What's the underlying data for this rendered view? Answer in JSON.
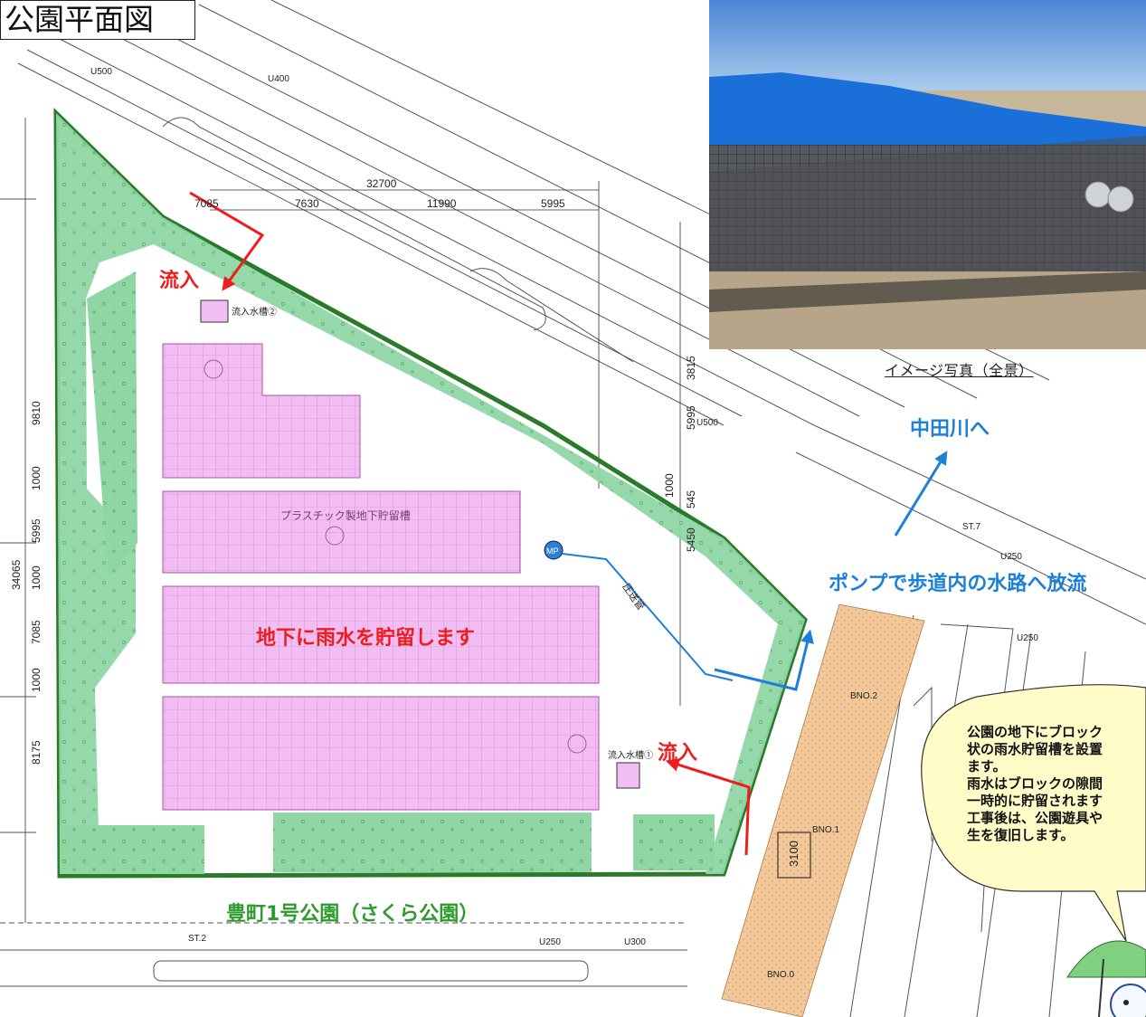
{
  "title": "公園平面図",
  "photo_caption": "イメージ写真（全景）",
  "labels": {
    "inflow_top": "流入",
    "inflow_bottom": "流入",
    "storage": "地下に雨水を貯留します",
    "river": "中田川へ",
    "pump": "ポンプで歩道内の水路へ放流",
    "park": "豊町1号公園（さくら公園）"
  },
  "drawing_text": {
    "tank_label": "プラスチック製地下貯留槽",
    "inlet_tank_2": "流入水槽②",
    "inlet_tank_1": "流入水槽①",
    "pressure_pipe": "圧送管",
    "pump": "MP",
    "dims_top": [
      "32700",
      "7085",
      "7630",
      "11990",
      "5995"
    ],
    "dims_left": [
      "9810",
      "1000",
      "5995",
      "1000",
      "7085",
      "1000",
      "8175"
    ],
    "dims_total": "34065",
    "dims_right": [
      "3815",
      "5995",
      "1000",
      "545",
      "5450"
    ],
    "road_labels": [
      "U500",
      "U400",
      "U500",
      "U250",
      "U300",
      "U250",
      "U250",
      "ST.7",
      "ST.2"
    ],
    "box_labels": [
      "BNO.2",
      "BNO.1",
      "BNO.0"
    ],
    "culvert_dim": "3100"
  },
  "bubble": {
    "lines": [
      "公園の地下にブロック",
      "状の雨水貯留槽を設置",
      "ます。",
      "雨水はブロックの隙間",
      "一時的に貯留されます",
      "工事後は、公園遊具や",
      "生を復旧します。"
    ]
  },
  "colors": {
    "park_green": "#8fd6a4",
    "park_outline": "#2a7a2a",
    "tank_pink": "#f0b8f0",
    "culvert_orange": "#e8b88a",
    "flow_red": "#ee1c1c",
    "flow_blue": "#1e7fd8",
    "tarp_blue": "#1a6fd8"
  }
}
